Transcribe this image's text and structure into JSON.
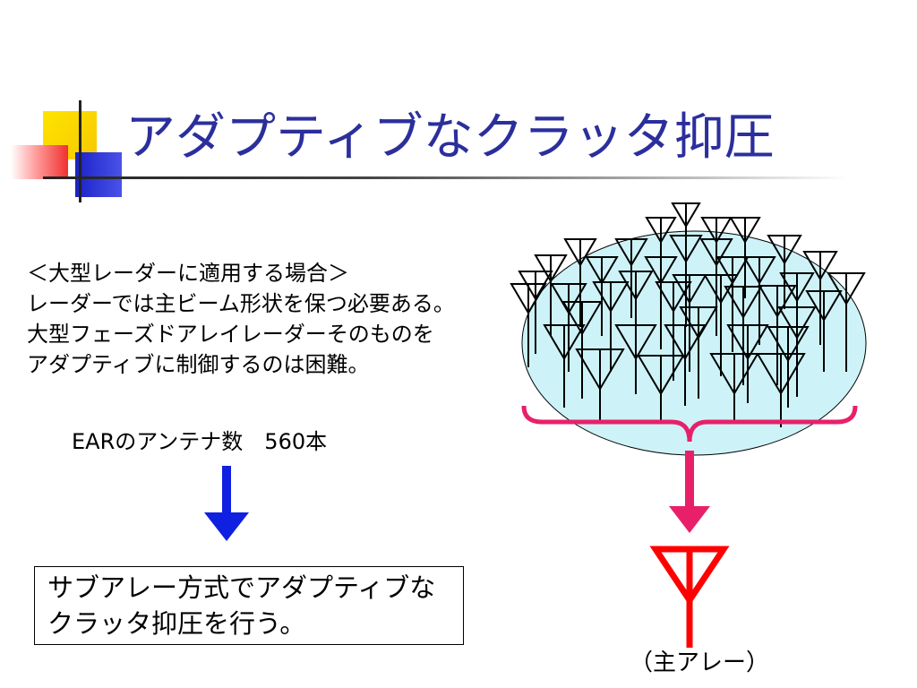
{
  "slide": {
    "title": "アダプティブなクラッタ抑圧",
    "body_lines": [
      "＜大型レーダーに適用する場合＞",
      "レーダーでは主ビーム形状を保つ必要ある。",
      "大型フェーズドアレイレーダーそのものを",
      "アダプティブに制御するのは困難。"
    ],
    "antenna_count": "EARのアンテナ数　560本",
    "boxed_lines": [
      "サブアレー方式でアダプティブな",
      "クラッタ抑圧を行う。"
    ],
    "diagram_caption": "（主アレー）"
  },
  "colors": {
    "title": "#2b2f9c",
    "arrow": "#1020e0",
    "feed": "#e8206a",
    "main_antenna": "#ff0000",
    "ellipse_fill": "#cdf3f8",
    "accent_yellow": "#ffe400",
    "accent_blue": "#1a22c8",
    "accent_red": "#f03030"
  }
}
